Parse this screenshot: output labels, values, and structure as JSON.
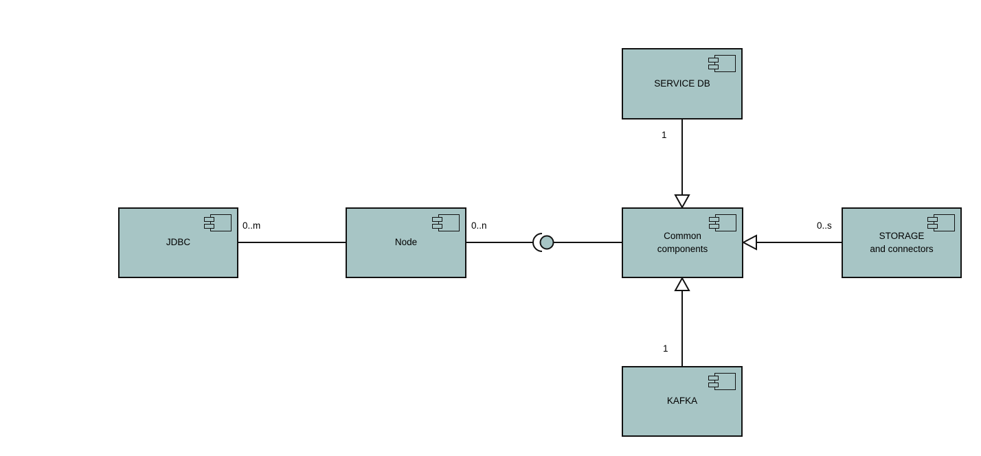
{
  "diagram": {
    "colors": {
      "node_fill": "#A7C5C5",
      "border": "#111111",
      "background": "#FFFFFF"
    },
    "nodes": {
      "service_db": {
        "label": "SERVICE DB"
      },
      "jdbc": {
        "label": "JDBC"
      },
      "node": {
        "label": "Node"
      },
      "common_components": {
        "label": "Common\ncomponents"
      },
      "storage": {
        "label": "STORAGE\nand connectors"
      },
      "kafka": {
        "label": "KAFKA"
      }
    },
    "edges": {
      "jdbc_node": {
        "label": "0..m",
        "type": "association"
      },
      "node_common": {
        "label": "0..n",
        "type": "ball-and-socket"
      },
      "service_db_common": {
        "label": "1",
        "type": "generalization"
      },
      "kafka_common": {
        "label": "1",
        "type": "generalization"
      },
      "storage_common": {
        "label": "0..s",
        "type": "generalization"
      }
    }
  }
}
